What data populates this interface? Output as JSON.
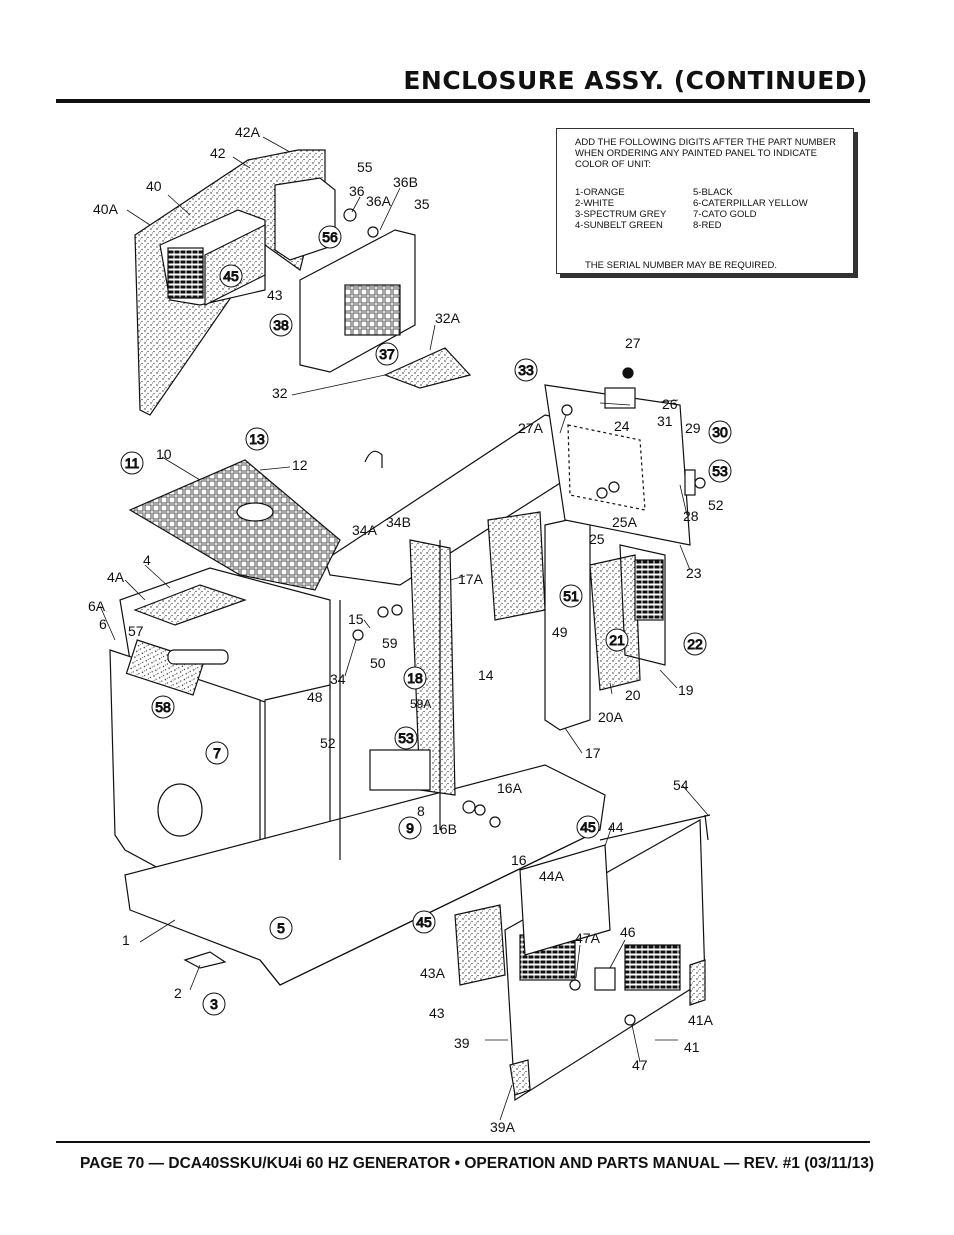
{
  "page": {
    "title": "ENCLOSURE ASSY. (CONTINUED)",
    "footer": "PAGE 70 — DCA40SSKU/KU4i 60 HZ GENERATOR • OPERATION AND PARTS MANUAL — REV. #1 (03/11/13)"
  },
  "note": {
    "header": "ADD THE FOLLOWING DIGITS AFTER THE PART NUMBER WHEN ORDERING ANY PAINTED PANEL TO INDICATE COLOR OF UNIT:",
    "colors": [
      [
        "1-ORANGE",
        "5-BLACK"
      ],
      [
        "2-WHITE",
        "6-CATERPILLAR YELLOW"
      ],
      [
        "3-SPECTRUM GREY",
        "7-CATO GOLD"
      ],
      [
        "4-SUNBELT GREEN",
        "8-RED"
      ]
    ],
    "serial": "THE SERIAL NUMBER MAY BE REQUIRED."
  },
  "callouts": {
    "plain": [
      "42A",
      "42",
      "40",
      "40A",
      "55",
      "36",
      "36A",
      "36B",
      "35",
      "43",
      "32A",
      "32",
      "27",
      "26",
      "27A",
      "24",
      "31",
      "29",
      "12",
      "10",
      "28",
      "52",
      "34A",
      "34B",
      "4",
      "4A",
      "17A",
      "25A",
      "25",
      "23",
      "6A",
      "6",
      "57",
      "15",
      "59",
      "34",
      "50",
      "14",
      "48",
      "59A",
      "52",
      "16A",
      "8",
      "16B",
      "16",
      "54",
      "44",
      "44A",
      "46",
      "47A",
      "43A",
      "41A",
      "43",
      "41",
      "39",
      "47",
      "39A",
      "1",
      "2",
      "19",
      "17",
      "20",
      "20A",
      "49"
    ],
    "circled": [
      "56",
      "45",
      "38",
      "37",
      "33",
      "13",
      "11",
      "30",
      "53",
      "58",
      "7",
      "18",
      "53",
      "9",
      "45",
      "5",
      "45",
      "3",
      "51",
      "21",
      "22"
    ]
  }
}
